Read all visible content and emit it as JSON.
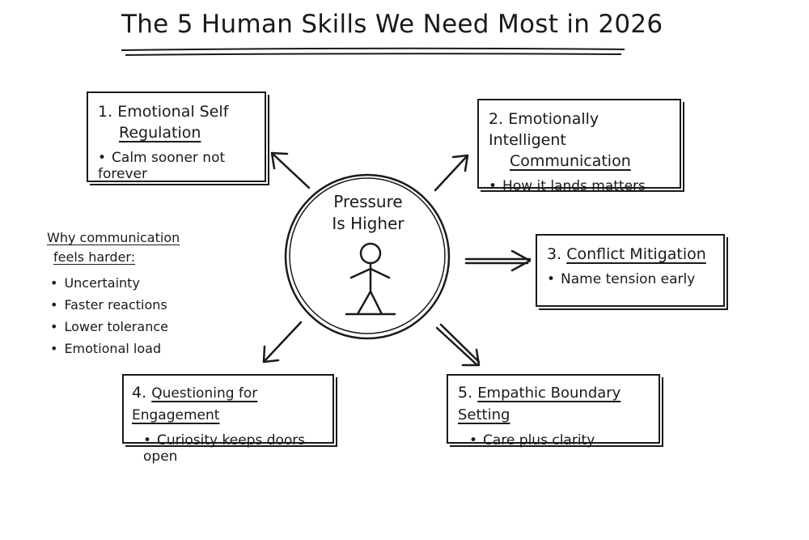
{
  "title": "The 5 Human Skills We Need Most in 2026",
  "center": {
    "line1": "Pressure",
    "line2": "Is Higher"
  },
  "skills": [
    {
      "number": "1.",
      "label_line1": "Emotional Self",
      "label_line2": "Regulation",
      "bullet": "Calm sooner not forever"
    },
    {
      "number": "2.",
      "label_line1": "Emotionally Intelligent",
      "label_line2": "Communication",
      "bullet": "How it lands matters"
    },
    {
      "number": "3.",
      "label": "Conflict Mitigation",
      "bullet": "Name tension early"
    },
    {
      "number": "4.",
      "label": "Questioning for Engagement",
      "bullet": "Curiosity keeps doors open"
    },
    {
      "number": "5.",
      "label": "Empathic Boundary Setting",
      "bullet": "Care plus clarity"
    }
  ],
  "side_note": {
    "title_line1": "Why communication",
    "title_line2": "feels harder:",
    "items": [
      "Uncertainty",
      "Faster reactions",
      "Lower tolerance",
      "Emotional load"
    ]
  }
}
